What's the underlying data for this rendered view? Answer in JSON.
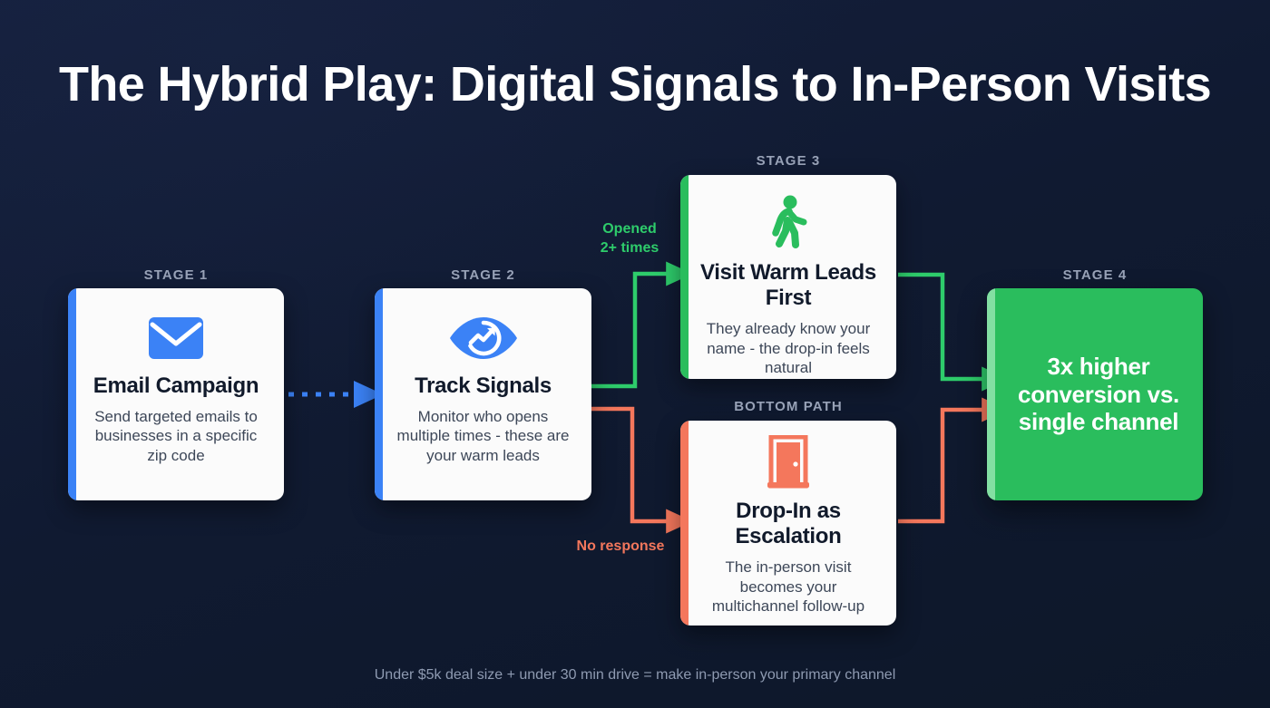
{
  "page": {
    "title": "The Hybrid Play: Digital Signals to In-Person Visits",
    "footer_note": "Under $5k deal size + under 30 min drive = make in-person your primary channel",
    "background_color": "#101b33"
  },
  "colors": {
    "blue": "#3b82f6",
    "green": "#2abd5d",
    "green_bright": "#2ecc6b",
    "coral": "#f4775c",
    "card_white": "#fbfbfb",
    "title_text": "#ffffff",
    "stage_label": "#99a3b8",
    "footer_text": "#8e9ab1"
  },
  "nodes": [
    {
      "id": "stage1",
      "stage_label": "STAGE 1",
      "title": "Email Campaign",
      "description": "Send targeted emails to businesses in a specific zip code",
      "icon": "envelope-icon",
      "accent_color": "#3b82f6",
      "icon_color": "#3b82f6"
    },
    {
      "id": "stage2",
      "stage_label": "STAGE 2",
      "title": "Track Signals",
      "description": "Monitor who opens multiple times - these are your warm leads",
      "icon": "eye-analytics-icon",
      "accent_color": "#3b82f6",
      "icon_color": "#3b82f6"
    },
    {
      "id": "stage3",
      "stage_label": "STAGE 3",
      "title": "Visit Warm Leads First",
      "description": "They already know your name - the drop-in feels natural",
      "icon": "walking-person-icon",
      "accent_color": "#2abd5d",
      "icon_color": "#2abd5d"
    },
    {
      "id": "bottom",
      "stage_label": "BOTTOM PATH",
      "title": "Drop-In as Escalation",
      "description": "The in-person visit becomes your multichannel follow-up",
      "icon": "door-icon",
      "accent_color": "#f4775c",
      "icon_color": "#f4775c"
    },
    {
      "id": "stage4",
      "stage_label": "STAGE 4",
      "title": "3x higher conversion vs. single channel",
      "description": "",
      "icon": "",
      "accent_color": "#83dfa3",
      "icon_color": "#ffffff"
    }
  ],
  "edges": [
    {
      "id": "e1",
      "from": "stage1",
      "to": "stage2",
      "label": "",
      "style": "dotted",
      "color": "#3b82f6"
    },
    {
      "id": "e2",
      "from": "stage2",
      "to": "stage3",
      "label": "Opened\n2+ times",
      "style": "solid",
      "color": "#2ecc6b"
    },
    {
      "id": "e3",
      "from": "stage2",
      "to": "bottom",
      "label": "No response",
      "style": "solid",
      "color": "#f4775c"
    },
    {
      "id": "e4",
      "from": "stage3",
      "to": "stage4",
      "label": "",
      "style": "solid",
      "color": "#2ecc6b"
    },
    {
      "id": "e5",
      "from": "bottom",
      "to": "stage4",
      "label": "",
      "style": "solid",
      "color": "#f4775c"
    }
  ]
}
